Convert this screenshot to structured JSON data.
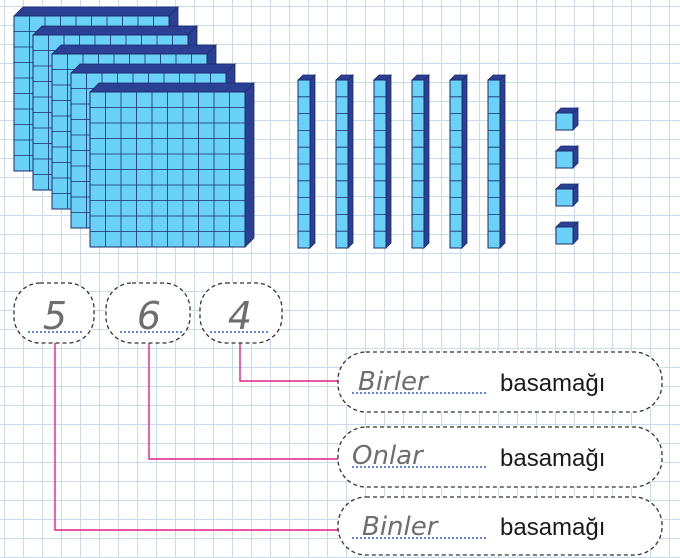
{
  "blocks": {
    "hundreds_plates": 5,
    "tens_rods": 6,
    "ones_cubes": 4,
    "colors": {
      "face": "#6ad2f7",
      "side": "#2b3f93",
      "line": "#1d2a6e"
    }
  },
  "digits": [
    "5",
    "6",
    "4"
  ],
  "place_labels": [
    {
      "handwritten": "Birler",
      "word": "basamağı",
      "digit_index": 2
    },
    {
      "handwritten": "Onlar",
      "word": "basamağı",
      "digit_index": 1
    },
    {
      "handwritten": "Binler",
      "word": "basamağı",
      "digit_index": 0
    }
  ],
  "connector_color": "#e0218a"
}
